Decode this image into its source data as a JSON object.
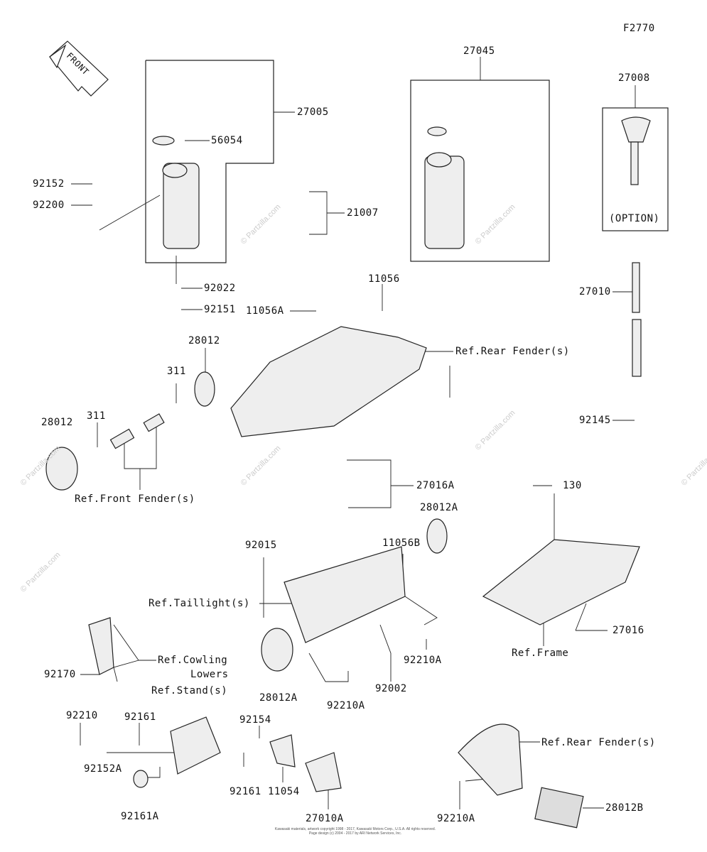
{
  "figure_code": "F2770",
  "front_label": "FRONT",
  "watermark": "© Partzilla.com",
  "labels": {
    "l27005": "27005",
    "l56054": "56054",
    "l92152": "92152",
    "l92200": "92200",
    "l92022": "92022",
    "l92151": "92151",
    "l21007": "21007",
    "l27045": "27045",
    "l27008": "27008",
    "option": "(OPTION)",
    "l27010": "27010",
    "l92145": "92145",
    "l11056": "11056",
    "l11056A": "11056A",
    "refRear1": "Ref.Rear Fender(s)",
    "l28012a": "28012",
    "l311a": "311",
    "l28012b": "28012",
    "l311b": "311",
    "refFront": "Ref.Front Fender(s)",
    "l27016A": "27016A",
    "l130": "130",
    "l28012A1": "28012A",
    "l11056B": "11056B",
    "l92015": "92015",
    "refTail": "Ref.Taillight(s)",
    "l27016": "27016",
    "refFrame": "Ref.Frame",
    "l92210A1": "92210A",
    "l92002": "92002",
    "l28012A2": "28012A",
    "l92210A2": "92210A",
    "refCowl1": "Ref.Cowling",
    "refCowl2": "Lowers",
    "l92170": "92170",
    "refStand": "Ref.Stand(s)",
    "l92210": "92210",
    "l92161a": "92161",
    "l92152A": "92152A",
    "l92161A": "92161A",
    "l92154": "92154",
    "l92161b": "92161",
    "l11054": "11054",
    "l27010A": "27010A",
    "refRear2": "Ref.Rear Fender(s)",
    "l92210A3": "92210A",
    "l28012B": "28012B"
  },
  "footer": {
    "line1": "Kawasaki materials, artwork copyright 1998 - 2017, Kawasaki Motors Corp., U.S.A. All rights reserved.",
    "line2": "Page design (c) 2004 - 2017 by ARI Network Services, Inc."
  }
}
